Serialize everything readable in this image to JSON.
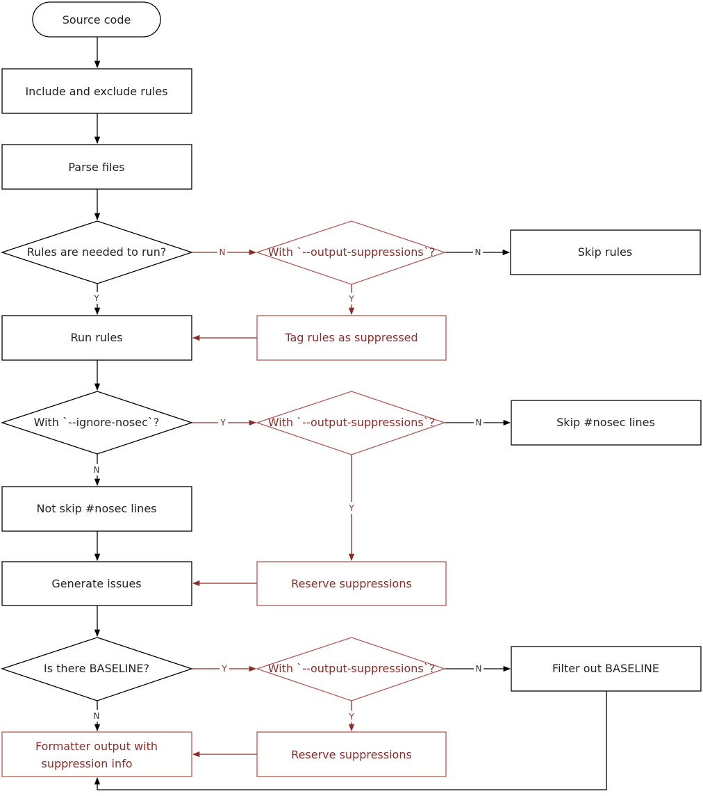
{
  "colors": {
    "black": "#000000",
    "red": "#b05a55",
    "dark_red": "#8b2d2a"
  },
  "nodes": {
    "source_code": "Source code",
    "include_exclude": "Include and exclude rules",
    "parse_files": "Parse files",
    "rules_needed": "Rules are needed to run?",
    "output_supp_1": "With `--output-suppressions`?",
    "skip_rules": "Skip rules",
    "run_rules": "Run rules",
    "tag_rules": "Tag rules as suppressed",
    "ignore_nosec": "With `--ignore-nosec`?",
    "output_supp_2": "With `--output-suppressions`?",
    "skip_nosec": "Skip #nosec lines",
    "not_skip_nosec": "Not skip #nosec lines",
    "generate_issues": "Generate issues",
    "reserve_supp_1": "Reserve suppressions",
    "baseline": "Is there BASELINE?",
    "output_supp_3": "With `--output-suppressions`?",
    "filter_baseline": "Filter out BASELINE",
    "formatter_line1": "Formatter output with",
    "formatter_line2": "suppression info",
    "reserve_supp_2": "Reserve suppressions"
  },
  "edge_labels": {
    "yes": "Y",
    "no": "N"
  }
}
